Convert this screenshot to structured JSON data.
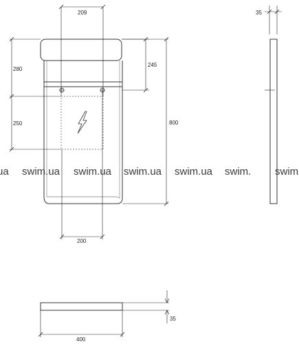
{
  "dimensions": {
    "top_width": "209",
    "side_depth": "35",
    "upper_height": "280",
    "shelf_offset": "245",
    "outlet_height": "250",
    "total_height": "800",
    "bottom_width": "200",
    "bottom_depth": "35",
    "total_width": "400"
  },
  "watermark": {
    "text": "swim.ua",
    "repeats": [
      "ua",
      "swim.ua",
      "swim.ua",
      "swim.ua",
      "swim.ua",
      "swim."
    ]
  },
  "icons": {
    "outlet": "lightning-bolt-icon"
  }
}
